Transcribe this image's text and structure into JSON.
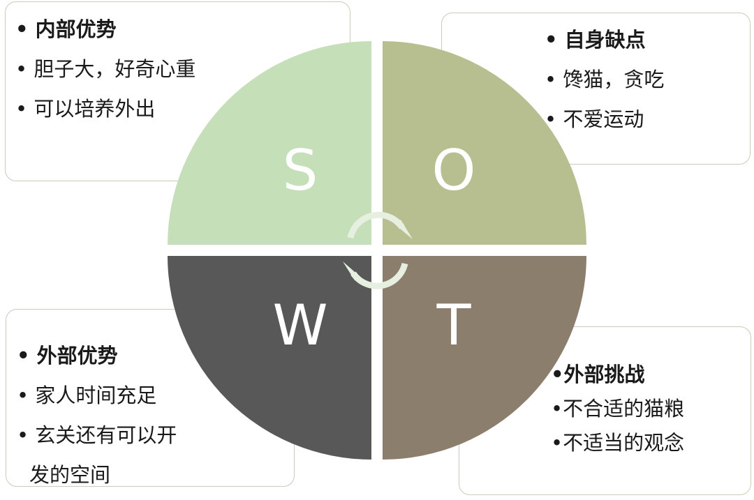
{
  "quadrants": {
    "s": {
      "letter": "S",
      "color": "#c5dfb8",
      "heading": "• 内部优势",
      "items": [
        "• 胆子大，好奇心重",
        "• 可以培养外出"
      ]
    },
    "o": {
      "letter": "O",
      "color": "#b7bf91",
      "heading": "• 自身缺点",
      "items": [
        "• 馋猫，贪吃",
        "• 不爱运动"
      ]
    },
    "w": {
      "letter": "W",
      "color": "#585858",
      "heading": "• 外部优势",
      "items": [
        "• 家人时间充足",
        "• 玄关还有可以开",
        "发的空间"
      ]
    },
    "t": {
      "letter": "T",
      "color": "#8c7e6d",
      "heading": "•外部挑战",
      "items": [
        "•不合适的猫粮",
        "•不适当的观念"
      ]
    }
  },
  "cycle_icon": "circular-arrows-icon",
  "cycle_color": "#e6efe0"
}
